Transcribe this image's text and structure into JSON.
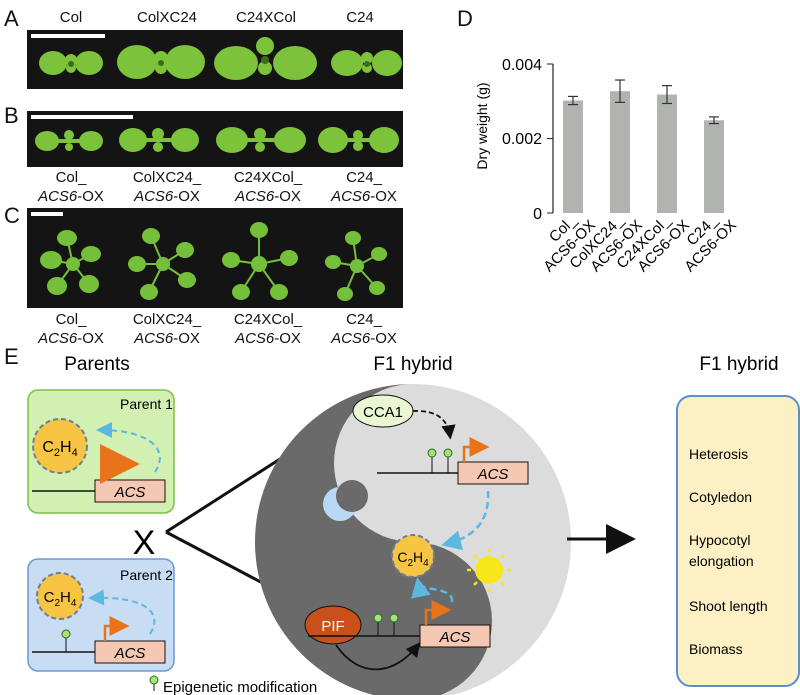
{
  "panels": {
    "A": "A",
    "B": "B",
    "C": "C",
    "D": "D",
    "E": "E"
  },
  "row_a": {
    "labels": [
      "Col",
      "ColXC24",
      "C24XCol",
      "C24"
    ]
  },
  "row_b": {
    "labels": [
      {
        "line1": "Col_",
        "line2": "ACS6",
        "suffix": "-OX"
      },
      {
        "line1": "ColXC24_",
        "line2": "ACS6",
        "suffix": "-OX"
      },
      {
        "line1": "C24XCol_",
        "line2": "ACS6",
        "suffix": "-OX"
      },
      {
        "line1": "C24_",
        "line2": "ACS6",
        "suffix": "-OX"
      }
    ]
  },
  "row_c": {
    "labels": [
      {
        "line1": "Col_",
        "line2": "ACS6",
        "suffix": "-OX"
      },
      {
        "line1": "ColXC24_",
        "line2": "ACS6",
        "suffix": "-OX"
      },
      {
        "line1": "C24XCol_",
        "line2": "ACS6",
        "suffix": "-OX"
      },
      {
        "line1": "C24_",
        "line2": "ACS6",
        "suffix": "-OX"
      }
    ]
  },
  "chart_data": {
    "type": "bar",
    "ylabel": "Dry weight (g)",
    "yticks": [
      "0",
      "0.002",
      "0.004"
    ],
    "ylim": [
      0,
      0.004
    ],
    "categories": [
      [
        "Col_",
        "ACS6-OX"
      ],
      [
        "ColXC24_",
        "ACS6-OX"
      ],
      [
        "C24XCol_",
        "ACS6-OX"
      ],
      [
        "C24_",
        "ACS6-OX"
      ]
    ],
    "values": [
      0.00302,
      0.00327,
      0.00318,
      0.00249
    ],
    "errors": [
      0.00011,
      0.0003,
      0.00024,
      9e-05
    ],
    "bar_color": "#b0b3b0"
  },
  "diagram": {
    "parents_title": "Parents",
    "parent1_label": "Parent 1",
    "parent2_label": "Parent 2",
    "c2h4": "C",
    "c2h4_sub1": "2",
    "h": "H",
    "c2h4_sub2": "4",
    "acs": "ACS",
    "cross": "X",
    "f1_title": "F1 hybrid",
    "cca1": "CCA1",
    "pif": "PIF",
    "right_title": "F1 hybrid",
    "traits": [
      "Heterosis",
      "Cotyledon",
      "Hypocotyl",
      "elongation",
      "Shoot length",
      "Biomass"
    ],
    "legend": "Epigenetic modification",
    "colors": {
      "parent1_bg": "#d3f0b3",
      "parent1_border": "#7cc04a",
      "parent2_bg": "#c8dcf3",
      "parent2_border": "#6a9ad0",
      "c2h4_fill": "#f7c443",
      "acs_fill": "#f6c8b4",
      "orange": "#e8731a",
      "cyan": "#5bb8e0",
      "pif_fill": "#c8501a",
      "trait_bg": "#fdf0c4",
      "trait_border": "#5b8ed0",
      "yin_dark": "#6a6a6a",
      "yin_light": "#dcdcdc",
      "moon": "#b8d8f4",
      "sun": "#f7e61a",
      "cca1_fill": "#e9f7d2"
    }
  }
}
